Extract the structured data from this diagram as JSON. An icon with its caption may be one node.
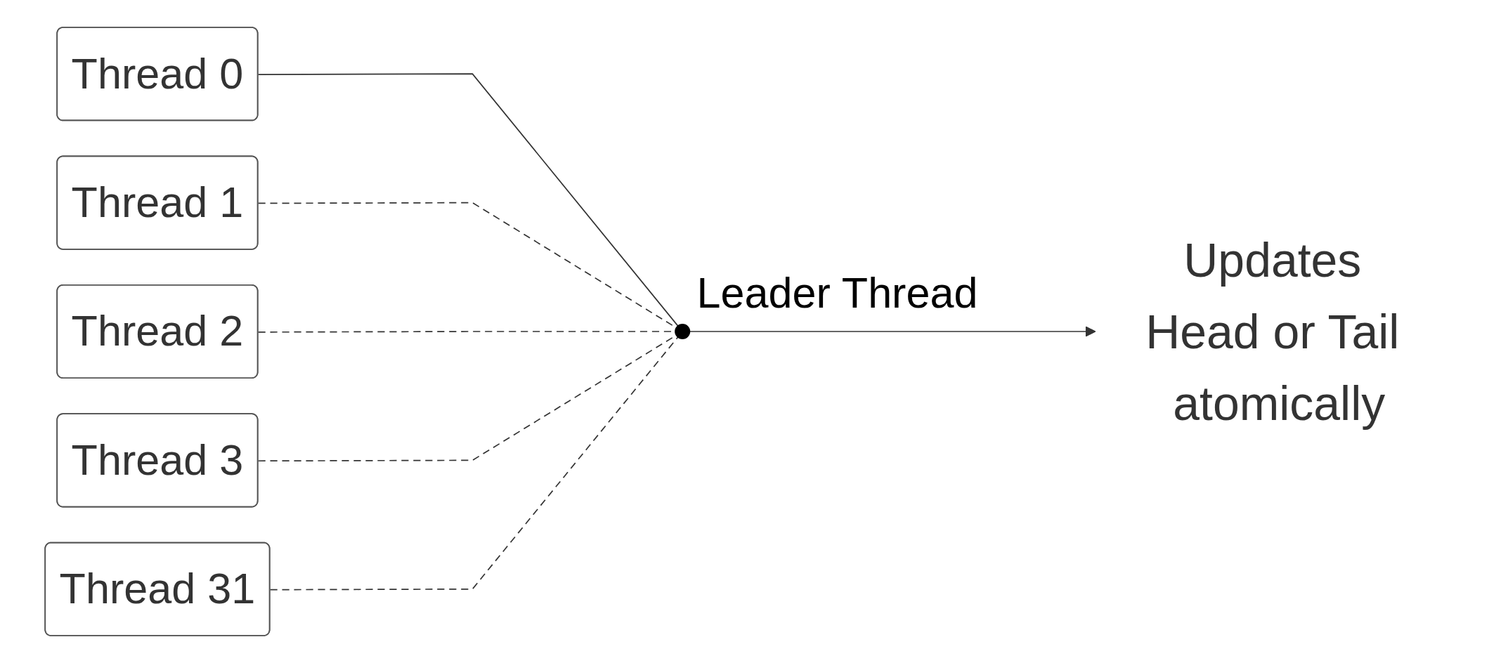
{
  "diagram": {
    "nodes": [
      {
        "text": [
          "Thread 0"
        ]
      },
      {
        "text": [
          "Thread 1"
        ]
      },
      {
        "text": [
          "Thread 2"
        ]
      },
      {
        "text": [
          "Thread 3"
        ]
      },
      {
        "text": [
          "Thread 31"
        ]
      },
      {
        "text": [],
        "shape": "circle",
        "beside": [
          "Leader Thread"
        ]
      },
      {
        "text": [
          "Updates Head or Tail atomically"
        ]
      }
    ],
    "edges": [
      {
        "from": 0,
        "to": 5,
        "arrow": "none"
      },
      {
        "from": 1,
        "to": 5,
        "arrow": "none",
        "style": "dashed"
      },
      {
        "from": 2,
        "to": 5,
        "arrow": "none",
        "style": "dashed"
      },
      {
        "from": 3,
        "to": 5,
        "arrow": "none",
        "style": "dashed"
      },
      {
        "from": 4,
        "to": 5,
        "arrow": "none",
        "style": "dashed"
      },
      {
        "from": 5,
        "to": 6,
        "arrow": "to"
      }
    ]
  }
}
